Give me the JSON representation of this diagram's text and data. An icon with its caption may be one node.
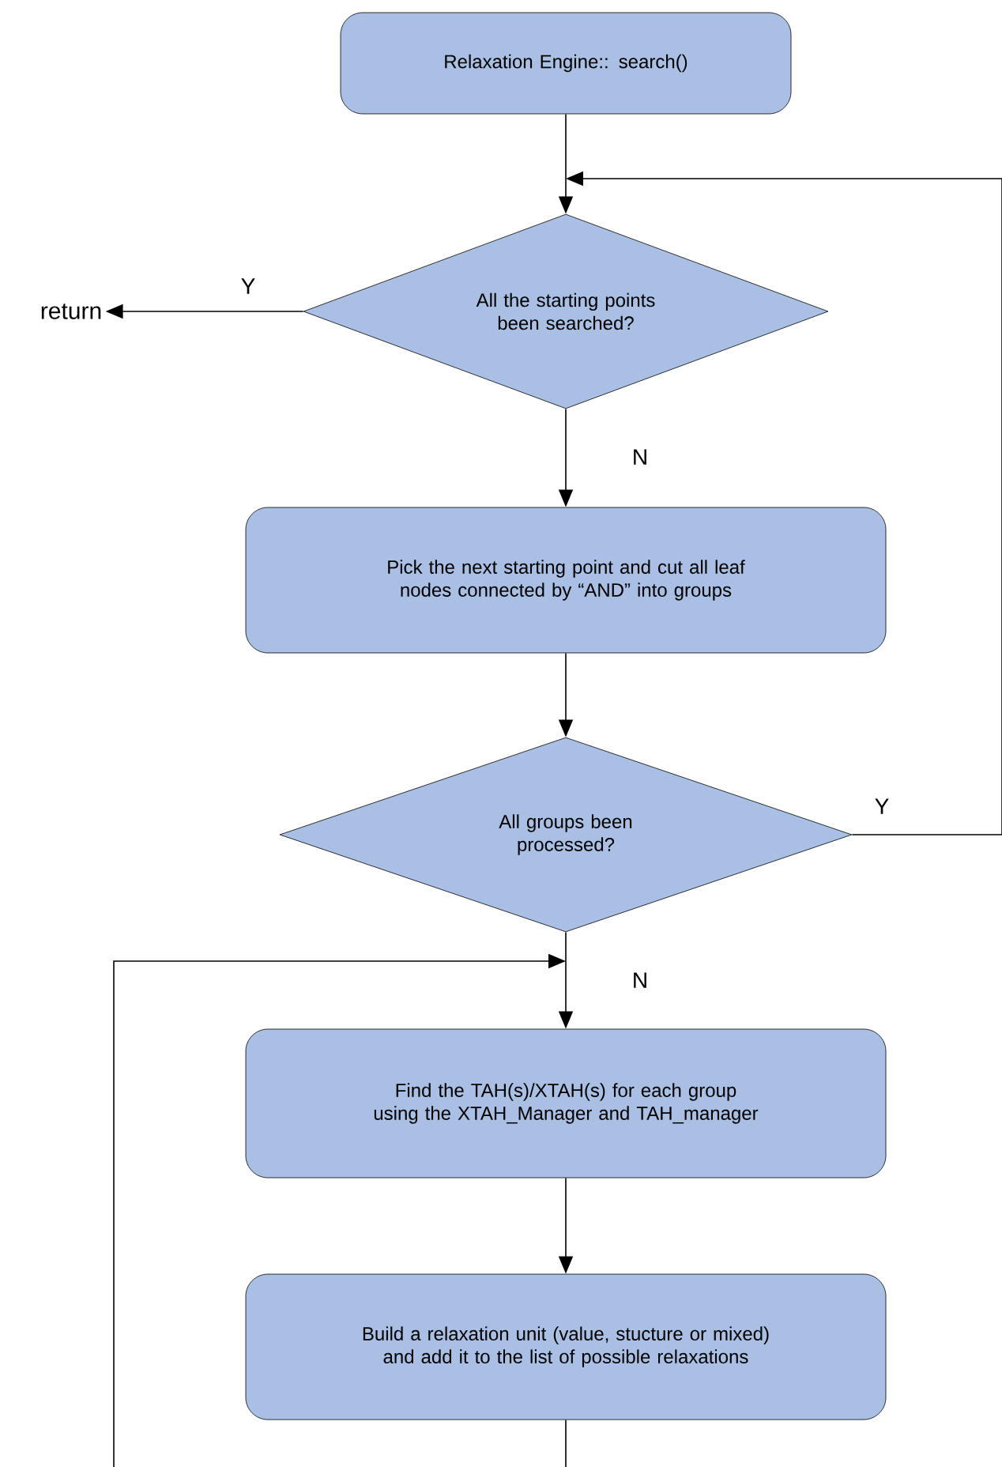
{
  "diagram": {
    "nodes": [
      {
        "text": [
          "Relaxation Engine:: search()"
        ]
      },
      {
        "text": [
          "All the starting points been searched?"
        ]
      },
      {
        "text": [
          "return"
        ]
      },
      {
        "text": [
          "Pick the next starting point and cut all leaf nodes connected by “AND” into groups"
        ]
      },
      {
        "text": [
          "All groups been processed?"
        ]
      },
      {
        "text": [
          "Find the TAH(s)/XTAH(s) for each group using the XTAH_Manager and TAH_manager"
        ]
      },
      {
        "text": [
          "Build a relaxation unit (value, stucture or mixed) and add it to the list of possible relaxations"
        ]
      }
    ],
    "edges": [
      {
        "from": 0,
        "to": 1,
        "arrow": "to"
      },
      {
        "from": 1,
        "to": 2,
        "arrow": "to",
        "label": "Y"
      },
      {
        "from": 1,
        "to": 3,
        "arrow": "to",
        "label": "N"
      },
      {
        "from": 3,
        "to": 4,
        "arrow": "to"
      },
      {
        "from": 4,
        "to": 1,
        "arrow": "to",
        "label": "Y"
      },
      {
        "from": 4,
        "to": 5,
        "arrow": "to",
        "label": "N"
      },
      {
        "from": 5,
        "to": 6,
        "arrow": "to"
      },
      {
        "from": 6,
        "to": null,
        "arrow": "none"
      },
      {
        "from": null,
        "to": 5,
        "arrow": "to"
      }
    ]
  }
}
